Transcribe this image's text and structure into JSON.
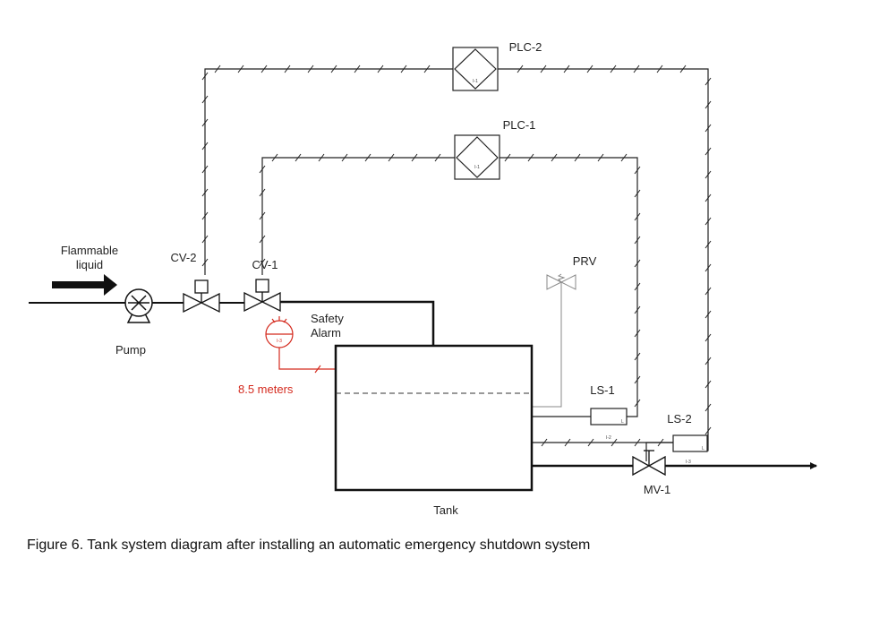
{
  "diagram": {
    "labels": {
      "flammable_liquid_line1": "Flammable",
      "flammable_liquid_line2": "liquid",
      "pump": "Pump",
      "cv2": "CV-2",
      "cv1": "CV-1",
      "plc2": "PLC-2",
      "plc1": "PLC-1",
      "prv": "PRV",
      "safety_alarm_line1": "Safety",
      "safety_alarm_line2": "Alarm",
      "level_reading": "8.5 meters",
      "ls1": "LS-1",
      "ls2": "LS-2",
      "tank": "Tank",
      "mv1": "MV-1"
    },
    "tags": {
      "plc2_tag": "I-1",
      "plc1_tag": "I-1",
      "alarm_tag": "I-3",
      "ls1_tag": "L",
      "ls2_tag": "L",
      "signal_tag_i2": "I-2",
      "signal_tag_i3": "I-3"
    },
    "colors": {
      "line": "#222222",
      "alarm": "#d42a1e",
      "prv": "#888888"
    }
  },
  "caption": "Figure 6. Tank system diagram after installing an automatic emergency shutdown system"
}
